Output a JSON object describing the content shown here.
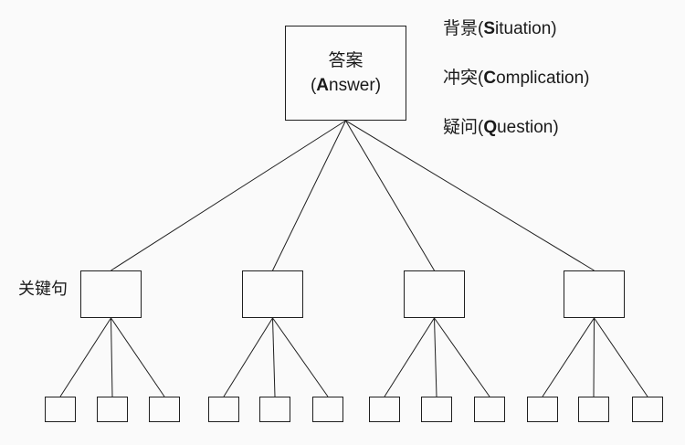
{
  "diagram": {
    "title_semantics": "minto-pyramid-scqa",
    "root_box": {
      "cn": "答案",
      "en_pre": "(",
      "en_bold": "A",
      "en_rest": "nswer)"
    },
    "legend": [
      {
        "pre": "背景(",
        "bold": "S",
        "rest": "ituation)"
      },
      {
        "pre": "冲突(",
        "bold": "C",
        "rest": "omplication)"
      },
      {
        "pre": "疑问(",
        "bold": "Q",
        "rest": "uestion)"
      }
    ],
    "key_sentence_label": "关键句",
    "structure": {
      "key_line_boxes": 4,
      "children_per_key_box": 3,
      "total_leaf_boxes": 12
    },
    "colors": {
      "background": "#fafafa",
      "line": "#1f1f1f",
      "box_fill": "#fbfbfb",
      "text": "#1a1a1a"
    }
  }
}
